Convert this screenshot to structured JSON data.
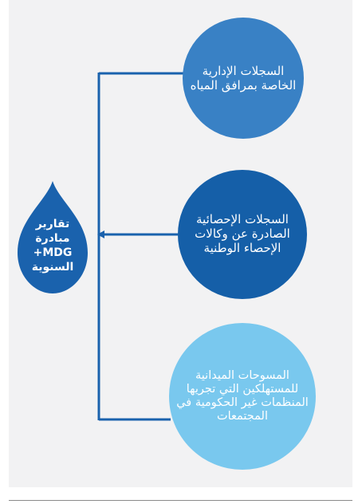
{
  "diagram": {
    "drop_label": "تقارير مبادرة MDG+ السنوية",
    "sources": [
      {
        "label": "السجلات الإدارية الخاصة بمرافق المياه",
        "color": "#3981c5"
      },
      {
        "label": "السجلات الإحصائية الصادرة عن وكالات الإحصاء الوطنية",
        "color": "#155fa8"
      },
      {
        "label": "المسوحات الميدانية للمستهلكين التي تجريها المنظمات غير الحكومية في المجتمعات",
        "color": "#79c8ee"
      }
    ],
    "colors": {
      "drop": "#1a62ad",
      "connector": "#1a62ad",
      "panel": "#f2f2f3"
    }
  }
}
